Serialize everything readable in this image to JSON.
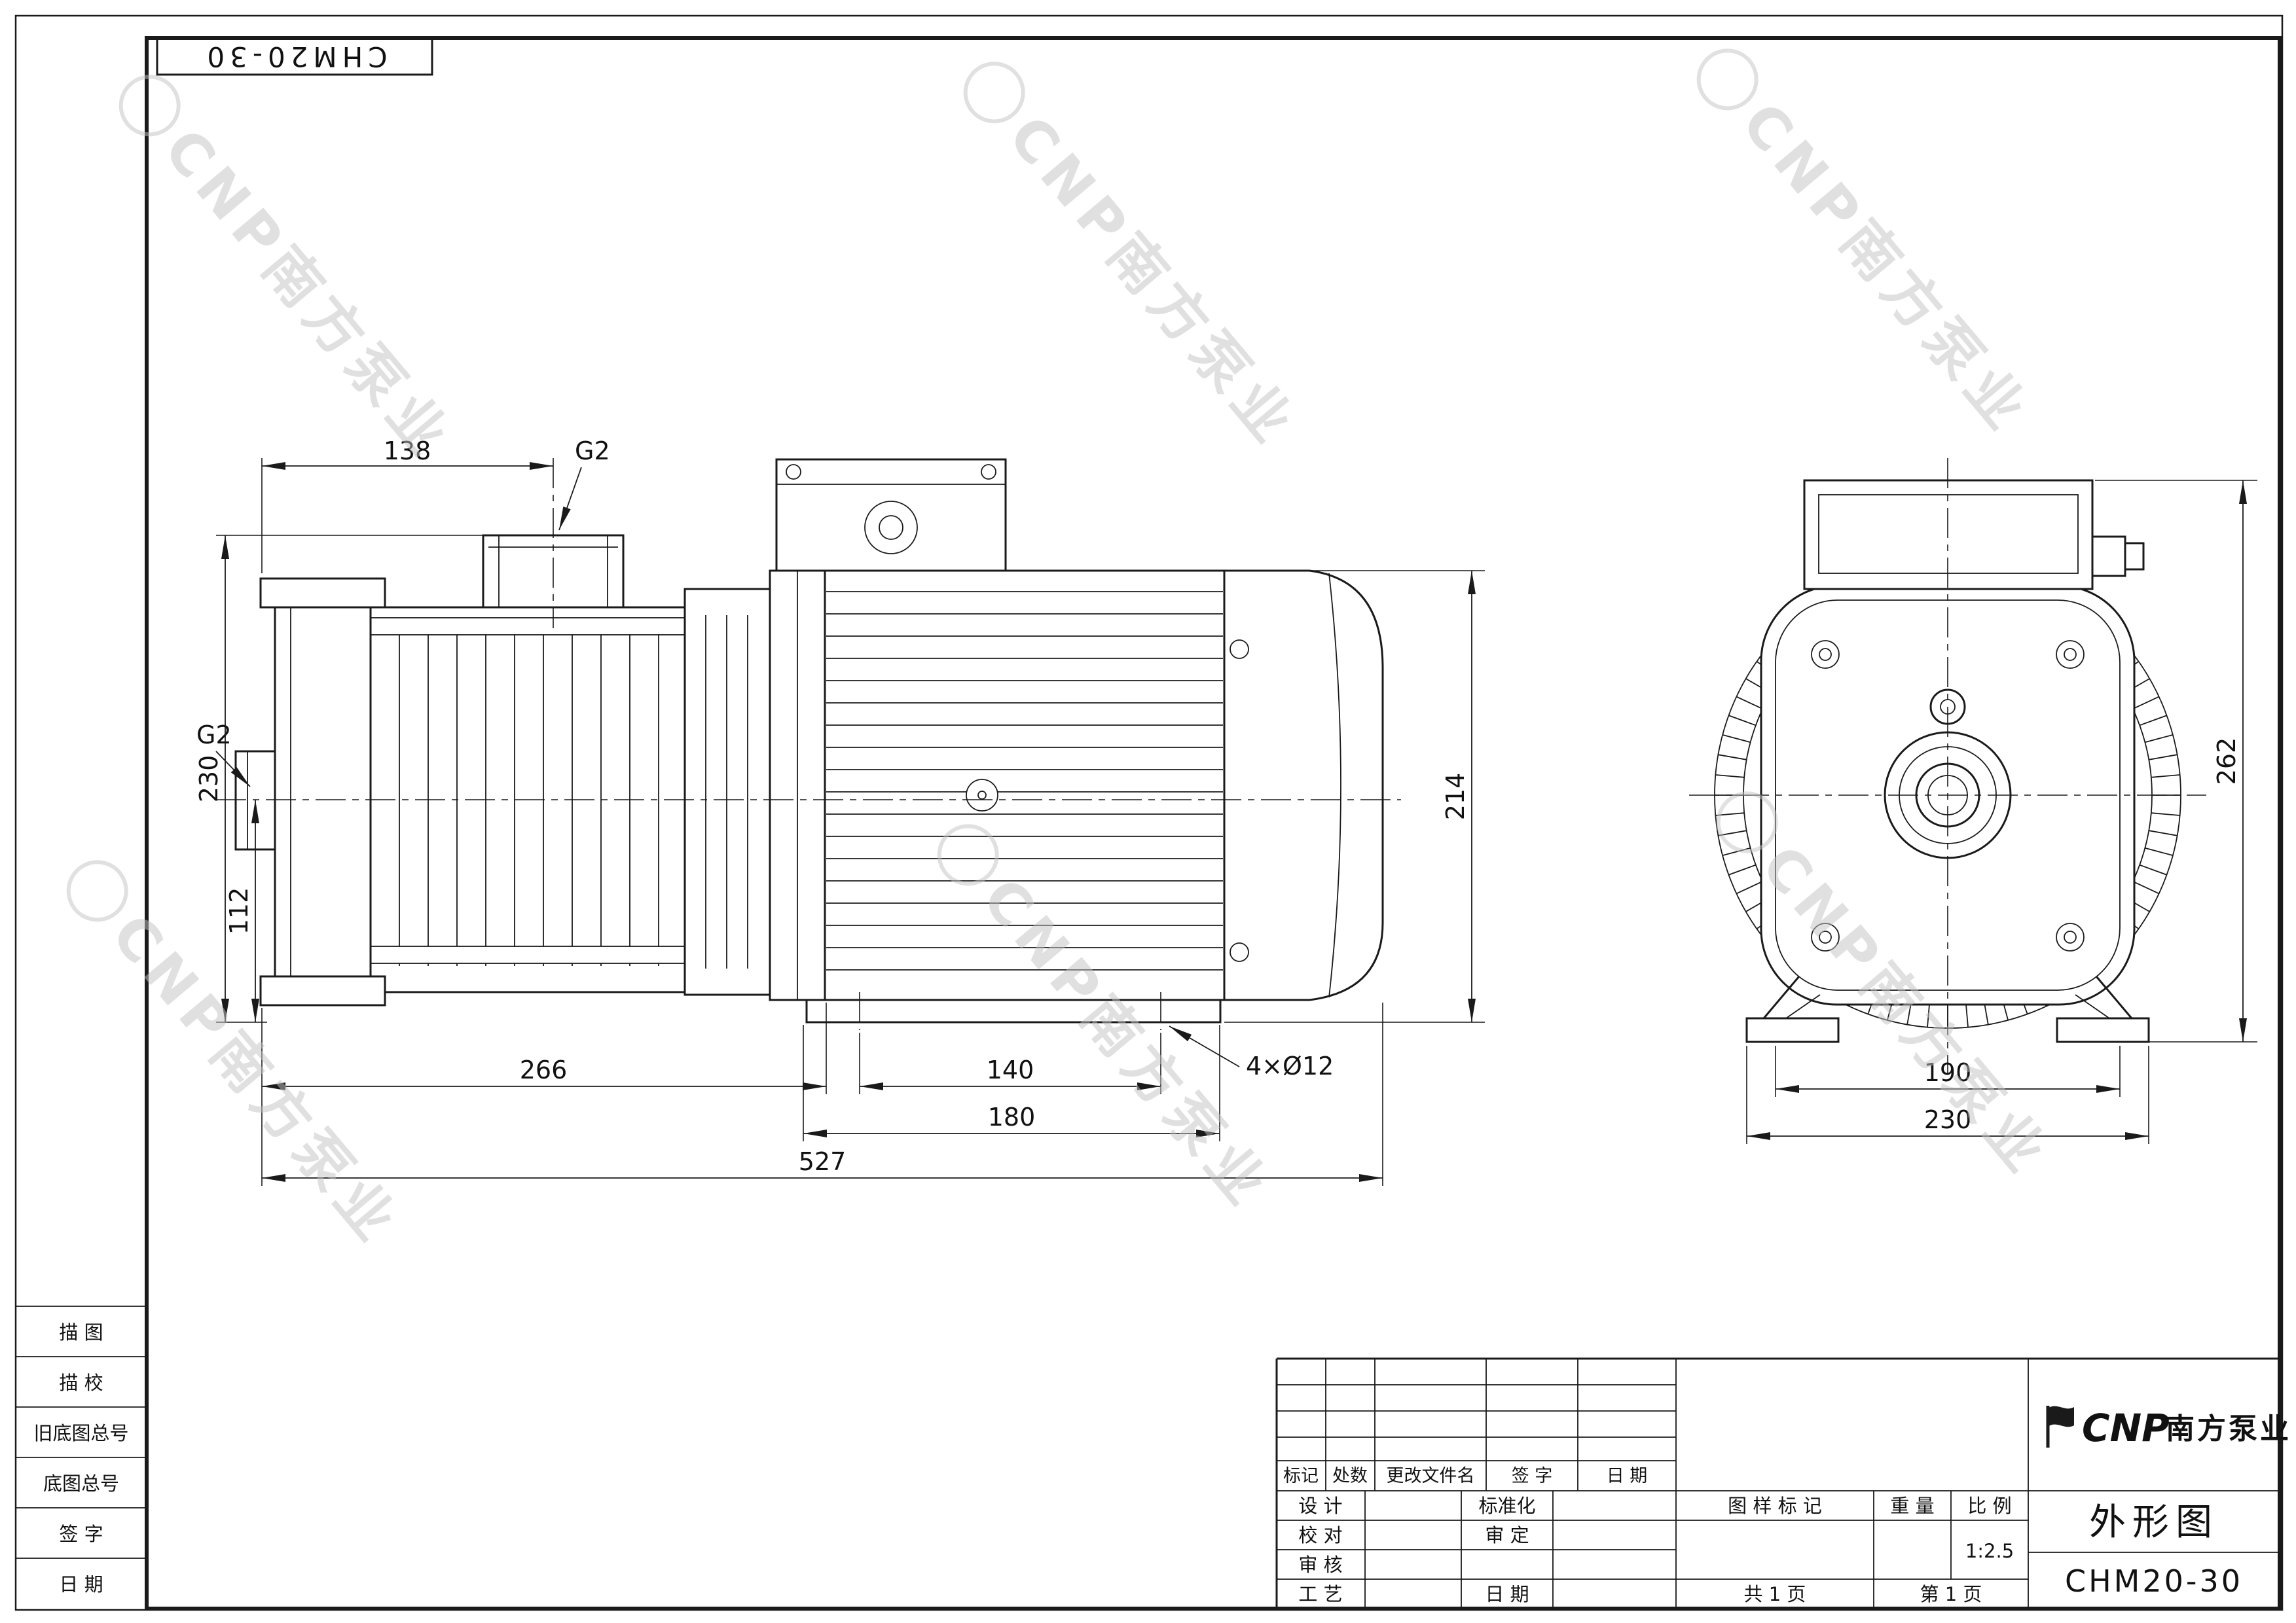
{
  "corner": {
    "model": "CHM20-30"
  },
  "watermark": {
    "text": "CNP南方泵业"
  },
  "side_view": {
    "dim_138": "138",
    "g2_top": "G2",
    "g2_left": "G2",
    "dim_230": "230",
    "dim_112": "112",
    "dim_266": "266",
    "dim_140": "140",
    "dim_180": "180",
    "dim_527": "527",
    "dim_214": "214",
    "holes_label": "4×Ø12"
  },
  "end_view": {
    "dim_262": "262",
    "dim_190": "190",
    "dim_230": "230"
  },
  "margin_column": {
    "rows": [
      "描  图",
      "描  校",
      "旧底图总号",
      "底图总号",
      "签  字",
      "日  期"
    ]
  },
  "title_block": {
    "rev_headers": [
      "标记",
      "处数",
      "更改文件名",
      "签  字",
      "日  期"
    ],
    "row_design": "设  计",
    "row_check": "校  对",
    "row_review": "审  核",
    "row_process": "工  艺",
    "row_standard": "标准化",
    "row_approve": "审  定",
    "row_date": "日  期",
    "stamp_header": "图  样  标  记",
    "weight_header": "重  量",
    "scale_header": "比  例",
    "scale_value": "1:2.5",
    "pages_total": "共 1 页",
    "page_num": "第 1 页",
    "logo_cnp": "CNP",
    "logo_cn": "南方泵业",
    "drawing_title": "外形图",
    "model": "CHM20-30"
  }
}
